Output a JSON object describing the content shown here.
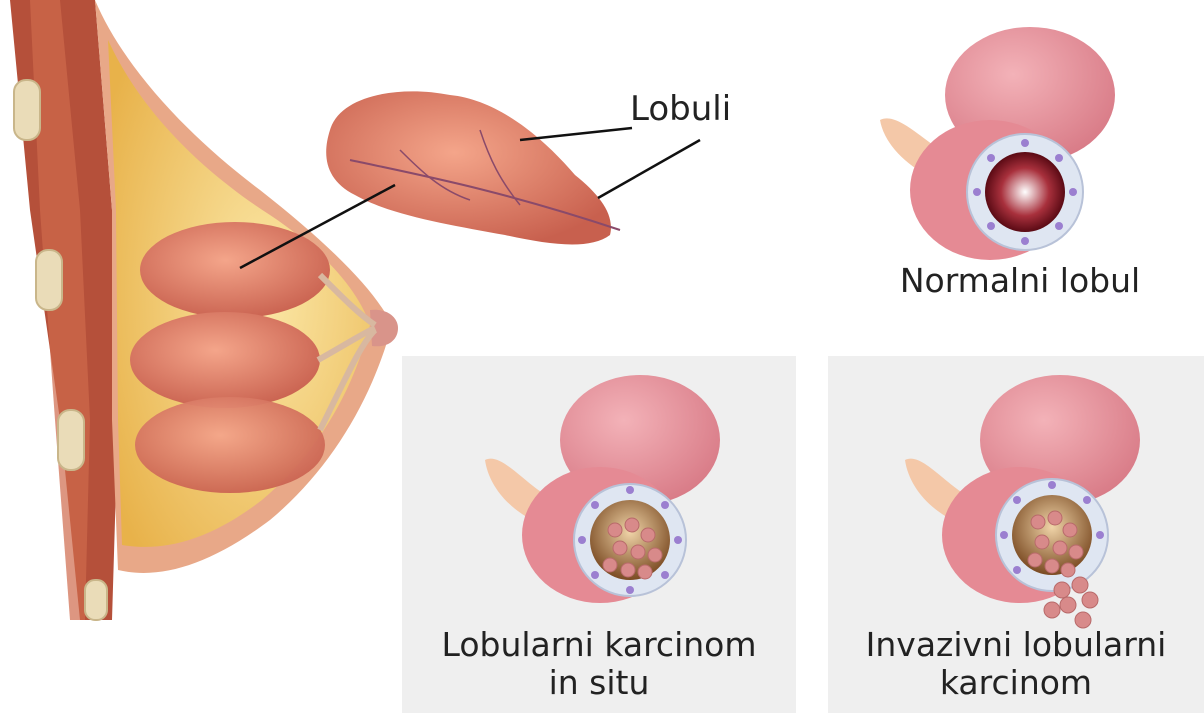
{
  "labels": {
    "lobuli": "Lobuli",
    "normal_lobule": "Normalni lobul",
    "lcis_line1": "Lobularni karcinom",
    "lcis_line2": "in situ",
    "ilc_line1": "Invazivni lobularni",
    "ilc_line2": "karcinom"
  },
  "colors": {
    "background": "#ffffff",
    "panel": "#efefef",
    "skin": "#e8a888",
    "fat": "#f2c85e",
    "lobule": "#e07c6c",
    "lobule_pink": "#e58a94",
    "cell_nucleus": "#9b7fd0",
    "lumen": "#7a0f1f"
  }
}
